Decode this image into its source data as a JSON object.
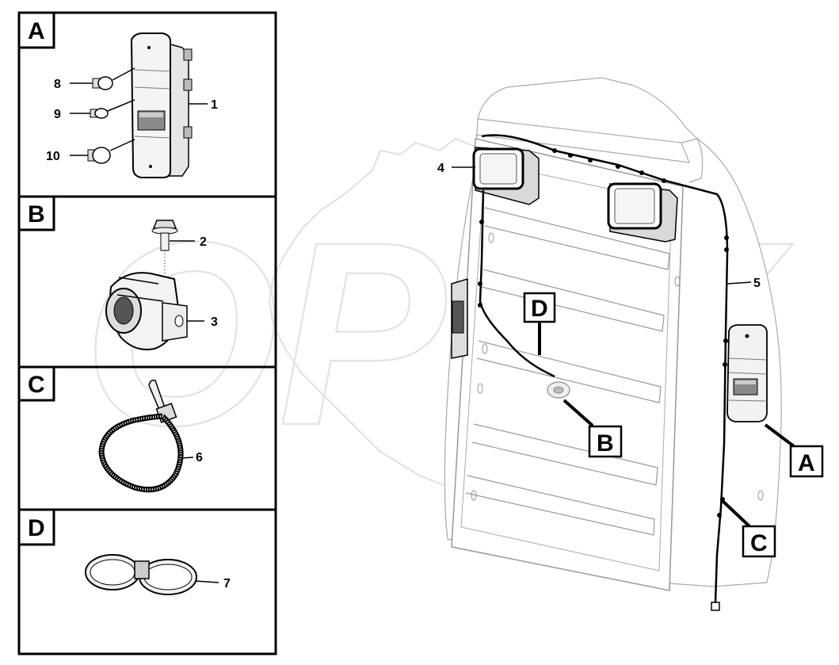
{
  "watermark": {
    "text": "OPEX"
  },
  "panels": [
    {
      "letter": "A",
      "parts": [
        {
          "num": "8",
          "name": "bulb"
        },
        {
          "num": "9",
          "name": "bulb-small"
        },
        {
          "num": "1",
          "name": "rear-lamp"
        },
        {
          "num": "10",
          "name": "bulb"
        }
      ]
    },
    {
      "letter": "B",
      "parts": [
        {
          "num": "2",
          "name": "bolt"
        },
        {
          "num": "3",
          "name": "bracket"
        }
      ]
    },
    {
      "letter": "C",
      "parts": [
        {
          "num": "6",
          "name": "cable-tie"
        }
      ]
    },
    {
      "letter": "D",
      "parts": [
        {
          "num": "7",
          "name": "double-clip"
        }
      ]
    }
  ],
  "assembly": {
    "callouts": [
      {
        "num": "4"
      },
      {
        "num": "5"
      }
    ],
    "detail_refs": [
      "D",
      "B",
      "A",
      "C"
    ]
  }
}
